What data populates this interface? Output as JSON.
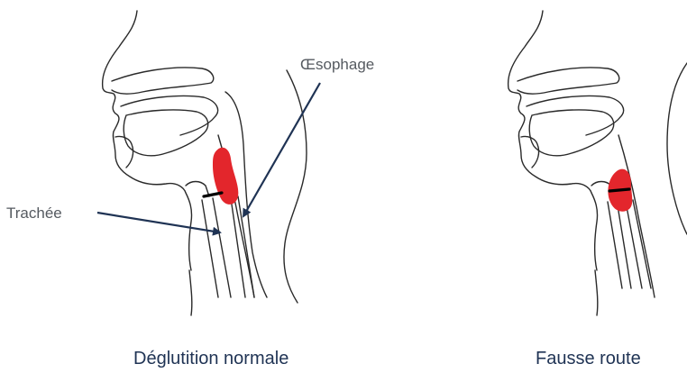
{
  "labels": {
    "oesophage": "Œsophage",
    "trachee": "Trachée"
  },
  "captions": {
    "normal": "Déglutition normale",
    "fausse_route": "Fausse route"
  },
  "colors": {
    "outline": "#2a2a2a",
    "bolus": "#e3262c",
    "arrow": "#1f3354",
    "caption": "#1f3354"
  }
}
